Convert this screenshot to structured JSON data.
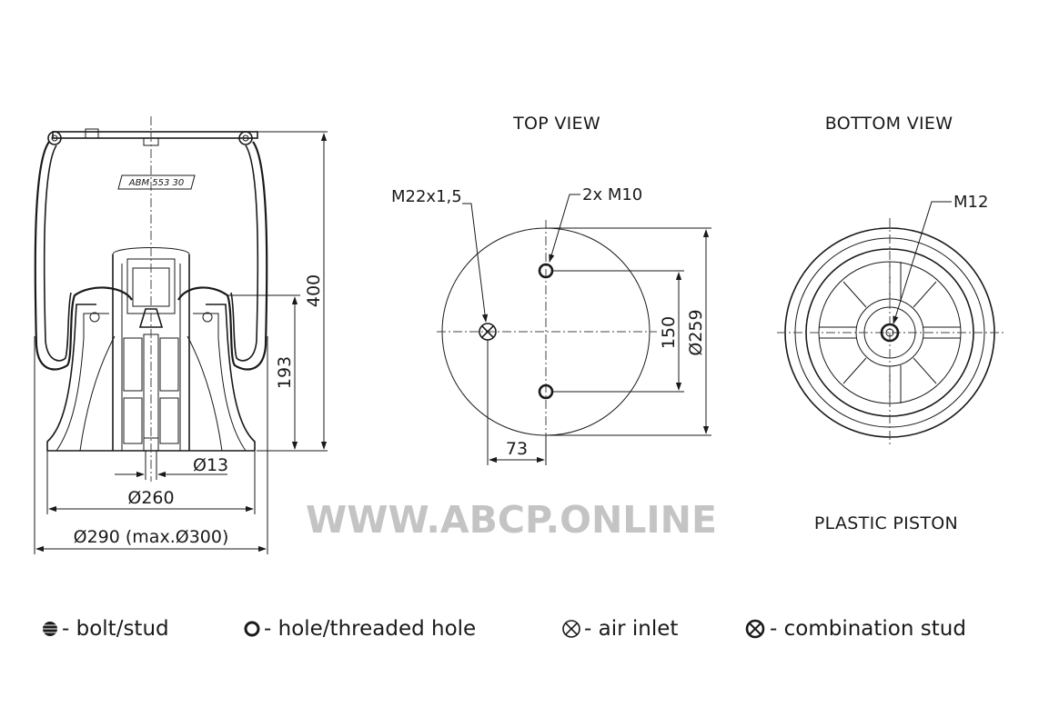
{
  "side_view": {
    "part_tag": "ABM 553 30",
    "dim_height": "400",
    "dim_piston_height": "193",
    "dim_hole": "Ø13",
    "dim_piston_dia": "Ø260",
    "dim_bellow_dia": "Ø290 (max.Ø300)"
  },
  "top_view": {
    "title": "TOP VIEW",
    "callout_inlet": "M22x1,5",
    "callout_holes": "2x M10",
    "dim_spacing": "150",
    "dim_diameter": "Ø259",
    "dim_offset": "73"
  },
  "bottom_view": {
    "title": "BOTTOM VIEW",
    "callout_center": "M12",
    "caption": "PLASTIC PISTON"
  },
  "watermark": "WWW.ABCP.ONLINE",
  "legend": [
    {
      "icon": "bolt-stud-icon",
      "label": "- bolt/stud"
    },
    {
      "icon": "hole-icon",
      "label": "- hole/threaded hole"
    },
    {
      "icon": "air-inlet-icon",
      "label": "- air inlet"
    },
    {
      "icon": "combination-stud-icon",
      "label": "- combination stud"
    }
  ]
}
